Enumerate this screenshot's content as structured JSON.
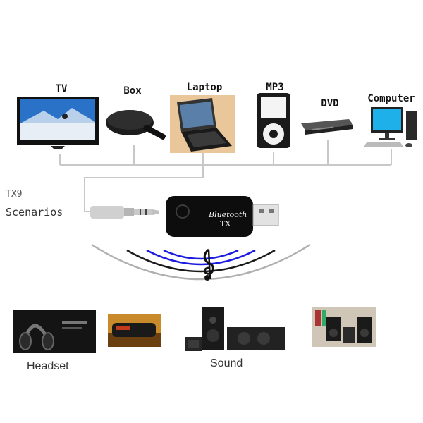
{
  "sources": [
    {
      "id": "tv",
      "label": "TV"
    },
    {
      "id": "box",
      "label": "Box"
    },
    {
      "id": "laptop",
      "label": "Laptop"
    },
    {
      "id": "mp3",
      "label": "MP3"
    },
    {
      "id": "dvd",
      "label": "DVD"
    },
    {
      "id": "computer",
      "label": "Computer"
    }
  ],
  "side": {
    "model": "TX9",
    "scenarios": "Scenarios"
  },
  "device": {
    "line1": "Bluetooth",
    "line2": "TX"
  },
  "outputs": {
    "headset": "Headset",
    "sound": "Sound"
  },
  "colors": {
    "line": "#c8c8c8",
    "wave_blue": "#1a1ae0",
    "wave_gray": "#b0b0b0"
  }
}
